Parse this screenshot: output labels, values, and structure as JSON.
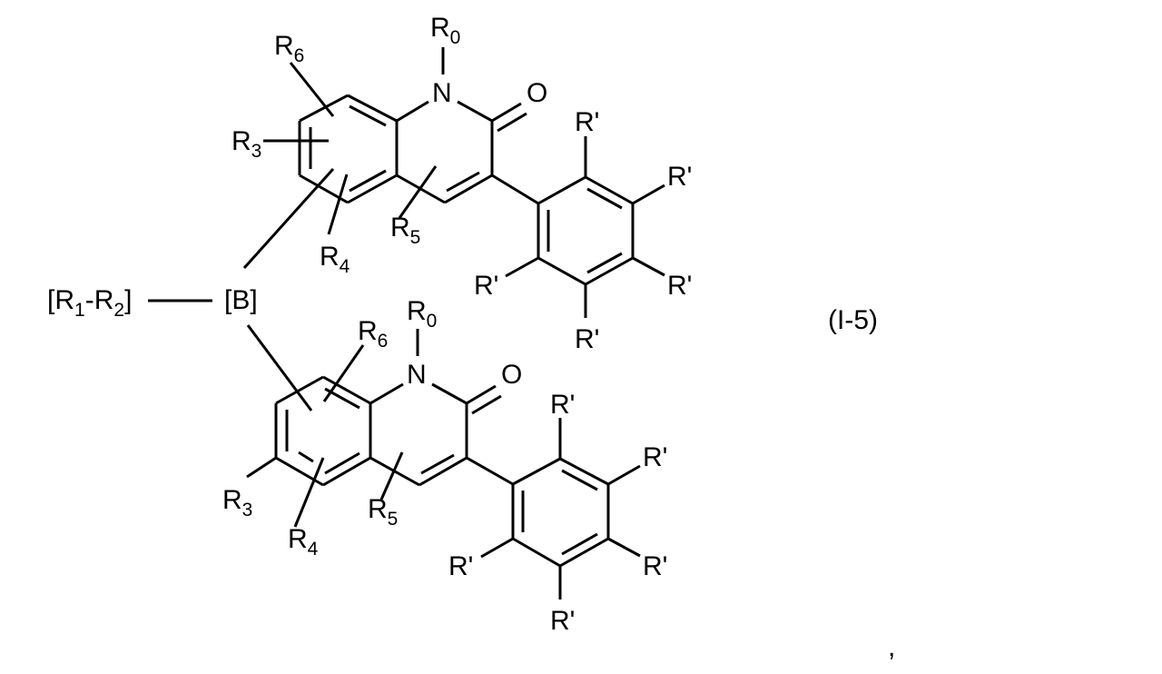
{
  "figure": {
    "formula_label": "(I-5)",
    "trailing_punctuation": ",",
    "linker": {
      "left_group": "[R1-R2]",
      "center_group": "[B]"
    },
    "top_unit": {
      "N_label": "N",
      "O_label": "O",
      "substituents": {
        "R0": {
          "main": "R",
          "sub": "0"
        },
        "R6": {
          "main": "R",
          "sub": "6"
        },
        "R3": {
          "main": "R",
          "sub": "3"
        },
        "R4": {
          "main": "R",
          "sub": "4"
        },
        "R5": {
          "main": "R",
          "sub": "5"
        }
      },
      "phenyl_substituents": [
        "R'",
        "R'",
        "R'",
        "R'",
        "R'"
      ]
    },
    "bottom_unit": {
      "N_label": "N",
      "O_label": "O",
      "substituents": {
        "R0": {
          "main": "R",
          "sub": "0"
        },
        "R6": {
          "main": "R",
          "sub": "6"
        },
        "R3": {
          "main": "R",
          "sub": "3"
        },
        "R4": {
          "main": "R",
          "sub": "4"
        },
        "R5": {
          "main": "R",
          "sub": "5"
        }
      },
      "phenyl_substituents": [
        "R'",
        "R'",
        "R'",
        "R'",
        "R'"
      ]
    },
    "linker_text": {
      "lbr": "[",
      "R1": "R",
      "R1sub": "1",
      "dash": "-",
      "R2": "R",
      "R2sub": "2",
      "rbr": "]",
      "B": "[B]"
    }
  }
}
